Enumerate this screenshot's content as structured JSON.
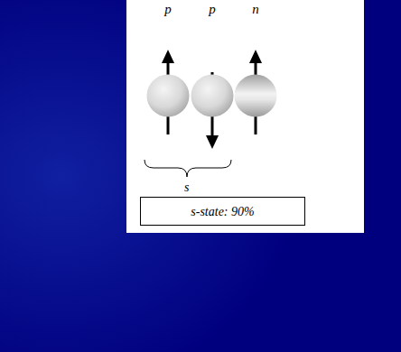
{
  "diagram": {
    "nodes": [
      {
        "text": [
          "p"
        ]
      },
      {
        "text": [
          "p"
        ]
      },
      {
        "text": [
          "n"
        ]
      },
      {
        "text": [
          "s-state: 90%"
        ]
      }
    ],
    "labels": [
      "s"
    ]
  }
}
